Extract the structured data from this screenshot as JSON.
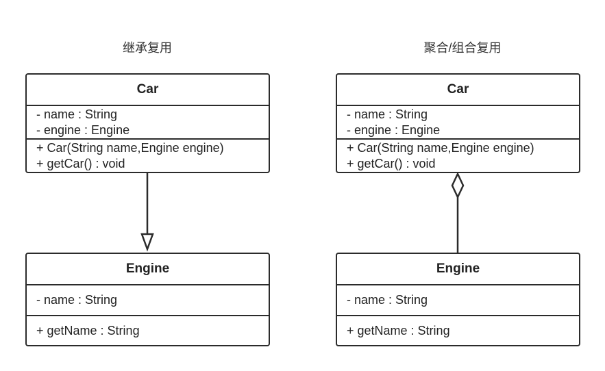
{
  "captions": {
    "left": "继承复用",
    "right": "聚合/组合复用"
  },
  "left": {
    "car": {
      "name": "Car",
      "attributes": [
        "- name : String",
        "- engine : Engine"
      ],
      "methods": [
        "+ Car(String name,Engine engine)",
        "+ getCar() : void"
      ]
    },
    "engine": {
      "name": "Engine",
      "attributes": [
        "- name : String"
      ],
      "methods": [
        "+ getName : String"
      ]
    },
    "relation": "inheritance"
  },
  "right": {
    "car": {
      "name": "Car",
      "attributes": [
        "- name : String",
        "- engine : Engine"
      ],
      "methods": [
        "+ Car(String name,Engine engine)",
        "+ getCar() : void"
      ]
    },
    "engine": {
      "name": "Engine",
      "attributes": [
        "- name : String"
      ],
      "methods": [
        "+ getName : String"
      ]
    },
    "relation": "aggregation"
  },
  "colors": {
    "stroke": "#2b2b2b",
    "text": "#222222",
    "caption": "#333333"
  }
}
